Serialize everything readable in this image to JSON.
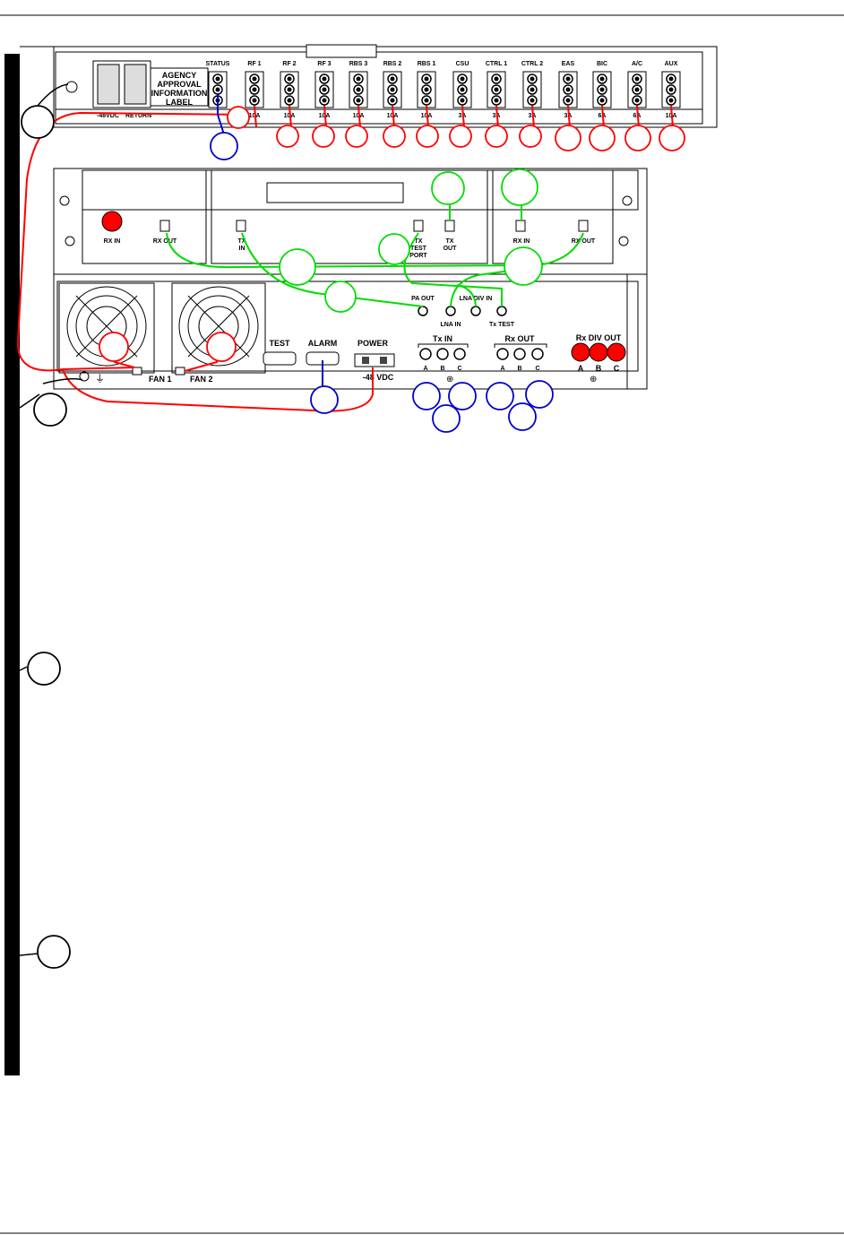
{
  "colors": {
    "power_cable": "#ff0000",
    "signal_cable": "#00dd00",
    "status_cable": "#0000cc",
    "outline": "#000000",
    "rack_rail": "#000000"
  },
  "power_panel": {
    "label_box_lines": [
      "AGENCY",
      "APPROVAL",
      "INFORMATION",
      "LABEL"
    ],
    "input_labels": [
      "-48VDC",
      "RETURN"
    ],
    "breakers": [
      {
        "name": "STATUS",
        "rating": ""
      },
      {
        "name": "RF 1",
        "rating": "10A"
      },
      {
        "name": "RF 2",
        "rating": "10A"
      },
      {
        "name": "RF 3",
        "rating": "10A"
      },
      {
        "name": "RBS 3",
        "rating": "10A"
      },
      {
        "name": "RBS 2",
        "rating": "10A"
      },
      {
        "name": "RBS 1",
        "rating": "10A"
      },
      {
        "name": "CSU",
        "rating": "3A"
      },
      {
        "name": "CTRL 1",
        "rating": "3A"
      },
      {
        "name": "CTRL 2",
        "rating": "3A"
      },
      {
        "name": "EAS",
        "rating": "3A"
      },
      {
        "name": "BIC",
        "rating": "6A"
      },
      {
        "name": "A/C",
        "rating": "6A"
      },
      {
        "name": "AUX",
        "rating": "10A"
      }
    ]
  },
  "rf_shelf": {
    "left_ports": [
      "RX IN",
      "RX OUT"
    ],
    "center_ports": [
      {
        "line1": "TX",
        "line2": "IN",
        "line3": ""
      },
      {
        "line1": "TX",
        "line2": "TEST",
        "line3": "PORT"
      },
      {
        "line1": "TX",
        "line2": "OUT",
        "line3": ""
      }
    ],
    "right_ports": [
      "RX IN",
      "RX OUT"
    ]
  },
  "amp_shelf": {
    "upper_ports": [
      "PA OUT",
      "LNA DIV IN"
    ],
    "lower_ports": [
      "LNA IN",
      "Tx TEST"
    ],
    "fans": [
      "FAN 1",
      "FAN 2"
    ],
    "connectors": [
      "TEST",
      "ALARM",
      "POWER"
    ],
    "power_voltage": "-48 VDC",
    "tx_in_label": "Tx IN",
    "rx_out_label": "Rx OUT",
    "rx_div_label": "Rx DIV OUT",
    "abc": [
      "A",
      "B",
      "C"
    ]
  }
}
